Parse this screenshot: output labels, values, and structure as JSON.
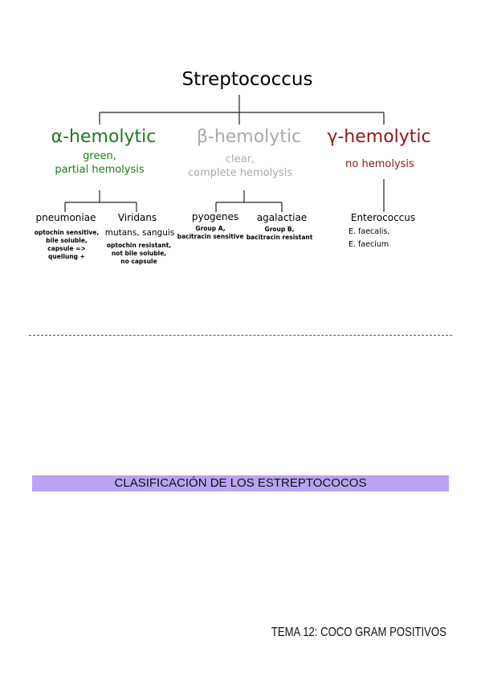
{
  "diagram": {
    "root": "Streptococcus",
    "groups": [
      {
        "title": "α-hemolytic",
        "color": "#1f7a1f",
        "subtitle": [
          "green,",
          "partial hemolysis"
        ]
      },
      {
        "title": "β-hemolytic",
        "color": "#aaaaaa",
        "subtitle": [
          "clear,",
          "complete hemolysis"
        ]
      },
      {
        "title": "γ-hemolytic",
        "color": "#8b1a1a",
        "subtitle": [
          "no hemolysis"
        ]
      }
    ],
    "leaves": {
      "pneumoniae": {
        "name": "pneumoniae",
        "notes": [
          "optochin sensitive,",
          "bile soluble,",
          "capsule =>",
          "quellung +"
        ]
      },
      "viridans": {
        "name": "Viridans",
        "species": "mutans, sanguis",
        "notes": [
          "optochin resistant,",
          "not bile soluble,",
          "no capsule"
        ]
      },
      "pyogenes": {
        "name": "pyogenes",
        "notes": [
          "Group A,",
          "bacitracin sensitive"
        ]
      },
      "agalactiae": {
        "name": "agalactiae",
        "notes": [
          "Group B,",
          "bacitracin resistant"
        ]
      },
      "enterococcus": {
        "name": "Enterococcus",
        "notes": [
          "E. faecalis,",
          "E. faecium"
        ]
      }
    }
  },
  "banner": {
    "text": "CLASIFICACIÓN DE LOS ESTREPTOCOCOS",
    "color": "#b9a3f2"
  },
  "footer": {
    "text": "TEMA 12: COCO GRAM POSITIVOS"
  }
}
